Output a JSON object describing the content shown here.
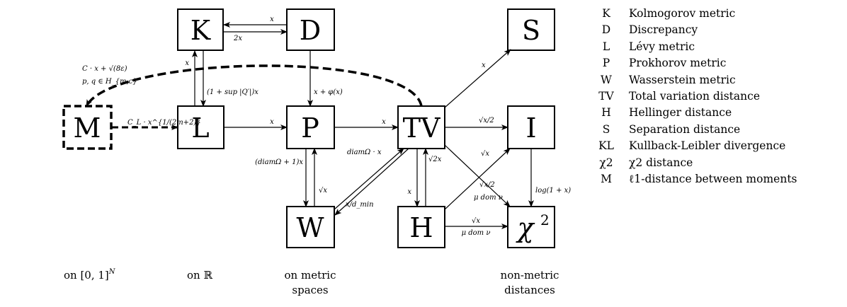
{
  "nodes": {
    "K": {
      "label": "K"
    },
    "D": {
      "label": "D"
    },
    "S": {
      "label": "S"
    },
    "M": {
      "label": "M"
    },
    "L": {
      "label": "L"
    },
    "P": {
      "label": "P"
    },
    "TV": {
      "label": "TV"
    },
    "I": {
      "label": "I"
    },
    "W": {
      "label": "W"
    },
    "H": {
      "label": "H"
    },
    "CHI": {
      "label": "χ",
      "sup": "2"
    }
  },
  "edges": {
    "D_K": "x",
    "K_D": "2x",
    "K_L": "x",
    "L_K": "(1 + sup |Q′|)x",
    "M_L": "C_L · x^{1/(2m+2)}",
    "TV_M_1": "C · x + √(8ε)",
    "TV_M_2": "p, q ∈ H_{m,c}",
    "D_P": "x + φ(x)",
    "L_P": "x",
    "P_TV": "x",
    "TV_S": "x",
    "TV_I": "√x/2",
    "P_W": "(diamΩ + 1)x",
    "W_P": "√x",
    "W_TV": "diamΩ · x",
    "TV_W": "x/d_min",
    "TV_H": "x",
    "H_TV": "√2x",
    "H_I": "√x",
    "TV_CHI_1": "√x/2",
    "TV_CHI_2": "μ dom ν",
    "I_CHI": "log(1 + x)",
    "H_CHI_1": "√x",
    "H_CHI_2": "μ dom ν"
  },
  "columns": [
    {
      "line1": "on [0, 1]",
      "sup": "N"
    },
    {
      "line1": "on ℝ"
    },
    {
      "line1": "on metric",
      "line2": "spaces"
    },
    {
      "line1": "non-metric",
      "line2": "distances"
    }
  ],
  "legend": [
    {
      "abbr": "K",
      "name": "Kolmogorov metric"
    },
    {
      "abbr": "D",
      "name": "Discrepancy"
    },
    {
      "abbr": "L",
      "name": "Lévy metric"
    },
    {
      "abbr": "P",
      "name": "Prokhorov metric"
    },
    {
      "abbr": "W",
      "name": "Wasserstein metric"
    },
    {
      "abbr": "TV",
      "name": "Total variation distance"
    },
    {
      "abbr": "H",
      "name": "Hellinger distance"
    },
    {
      "abbr": "S",
      "name": "Separation distance"
    },
    {
      "abbr": "KL",
      "name": "Kullback-Leibler divergence"
    },
    {
      "abbr": "χ2",
      "name": "χ2 distance"
    },
    {
      "abbr": "M",
      "name": "ℓ1-distance between moments"
    }
  ]
}
